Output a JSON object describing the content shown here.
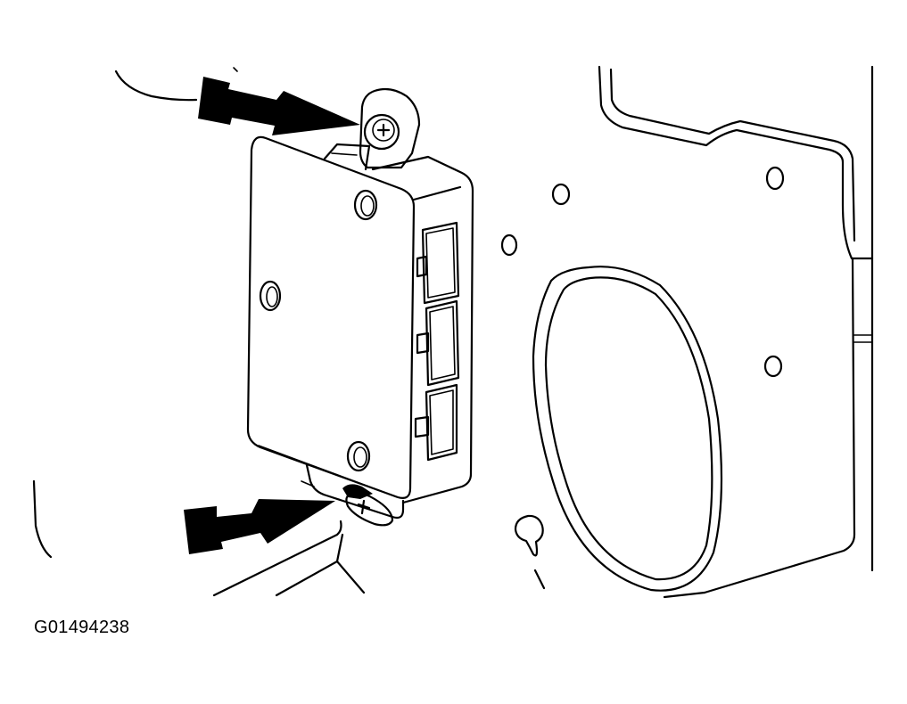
{
  "figure": {
    "code": "G01494238"
  },
  "parts": {
    "module": "control-module",
    "fasteners": [
      "upper-screw",
      "lower-screw"
    ],
    "connectors": 3
  },
  "colors": {
    "line": "#000000",
    "background": "#ffffff"
  },
  "icons": {
    "callout": "arrow-icon",
    "fastener": "screw-icon"
  }
}
